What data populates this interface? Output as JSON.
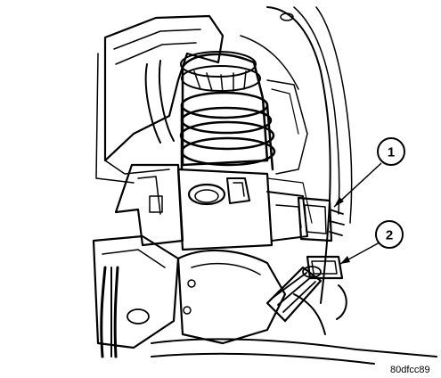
{
  "callouts": [
    {
      "number": "1"
    },
    {
      "number": "2"
    }
  ],
  "figure_id": "80dfcc89"
}
